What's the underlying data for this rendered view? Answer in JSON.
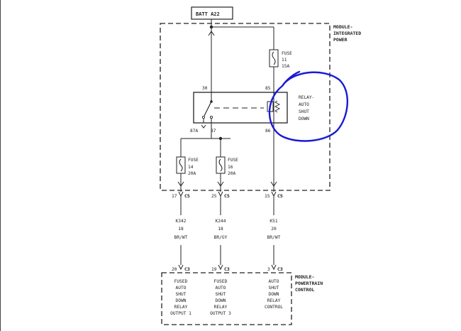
{
  "batt_label": "BATT A22",
  "modules": {
    "ipm_line1": "MODULE-",
    "ipm_line2": "INTEGRATED",
    "ipm_line3": "POWER",
    "pcm_line1": "MODULE-",
    "pcm_line2": "POWERTRAIN",
    "pcm_line3": "CONTROL"
  },
  "fuse_top": {
    "l1": "FUSE",
    "l2": "11",
    "l3": "15A"
  },
  "fuse_left": {
    "l1": "FUSE",
    "l2": "14",
    "l3": "20A"
  },
  "fuse_mid": {
    "l1": "FUSE",
    "l2": "16",
    "l3": "20A"
  },
  "relay": {
    "l1": "RELAY-",
    "l2": "AUTO",
    "l3": "SHUT",
    "l4": "DOWN"
  },
  "pins": {
    "p30": "30",
    "p85": "85",
    "p87a": "87A",
    "p87": "87",
    "p86": "86"
  },
  "c5": {
    "label": "C5",
    "left_num": "17",
    "mid_num": "25",
    "right_num": "15"
  },
  "wires": {
    "left": {
      "circuit": "K342",
      "gauge": "18",
      "color": "BR/WT"
    },
    "mid": {
      "circuit": "K244",
      "gauge": "18",
      "color": "BR/GY"
    },
    "right": {
      "circuit": "K51",
      "gauge": "20",
      "color": "BR/WT"
    }
  },
  "c3": {
    "label": "C3",
    "left_num": "20",
    "mid_num": "19",
    "right_num": "3"
  },
  "outputs": {
    "left": [
      "FUSED",
      "AUTO",
      "SHUT",
      "DOWN",
      "RELAY",
      "OUTPUT 1"
    ],
    "mid": [
      "FUSED",
      "AUTO",
      "SHUT",
      "DOWN",
      "RELAY",
      "OUTPUT 3"
    ],
    "right": [
      "AUTO",
      "SHUT",
      "DOWN",
      "RELAY",
      "CONTROL"
    ]
  },
  "colors": {
    "ink": "#222222",
    "annotation": "#1a1ad6"
  }
}
